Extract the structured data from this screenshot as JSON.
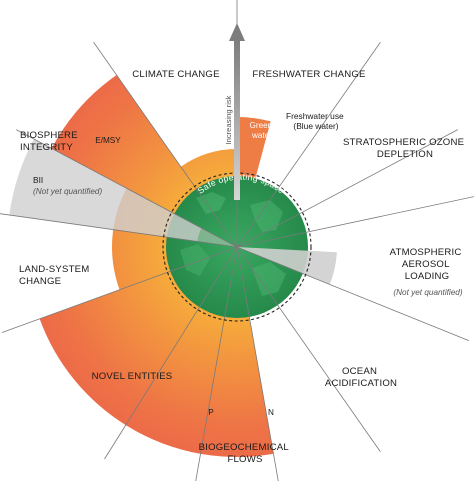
{
  "categories": {
    "climate_change": "CLIMATE CHANGE",
    "freshwater_change": "FRESHWATER CHANGE",
    "biosphere_integrity": [
      "BIOSPHERE",
      "INTEGRITY"
    ],
    "stratospheric_ozone": [
      "STRATOSPHERIC OZONE",
      "DEPLETION"
    ],
    "land_system_change": [
      "LAND-SYSTEM",
      "CHANGE"
    ],
    "atmospheric_aerosol": [
      "ATMOSPHERIC",
      "AEROSOL",
      "LOADING"
    ],
    "novel_entities": "NOVEL ENTITIES",
    "ocean_acidification": [
      "OCEAN",
      "ACIDIFICATION"
    ],
    "biogeochemical_flows": [
      "BIOGEOCHEMICAL",
      "FLOWS"
    ]
  },
  "sub_labels": {
    "emsy": "E/MSY",
    "bii": "BII",
    "green_water": [
      "Green",
      "water"
    ],
    "blue_water": [
      "Freshwater use",
      "(Blue water)"
    ],
    "p": "P",
    "n": "N"
  },
  "notes": {
    "not_yet_quantified": "(Not yet quantified)"
  },
  "arrow_label": "Increasing risk",
  "safe_space_label": "Safe operating space",
  "colors": {
    "safe_space": "#2e9a55",
    "wedge_orange": "#ee7d45",
    "gradient_inner": "#f7b23a",
    "gradient_outer": "#ee6c49",
    "unquantified": "#cfcfcf",
    "divider": "#7a7a7a",
    "arrow": "#8a8a8a"
  }
}
